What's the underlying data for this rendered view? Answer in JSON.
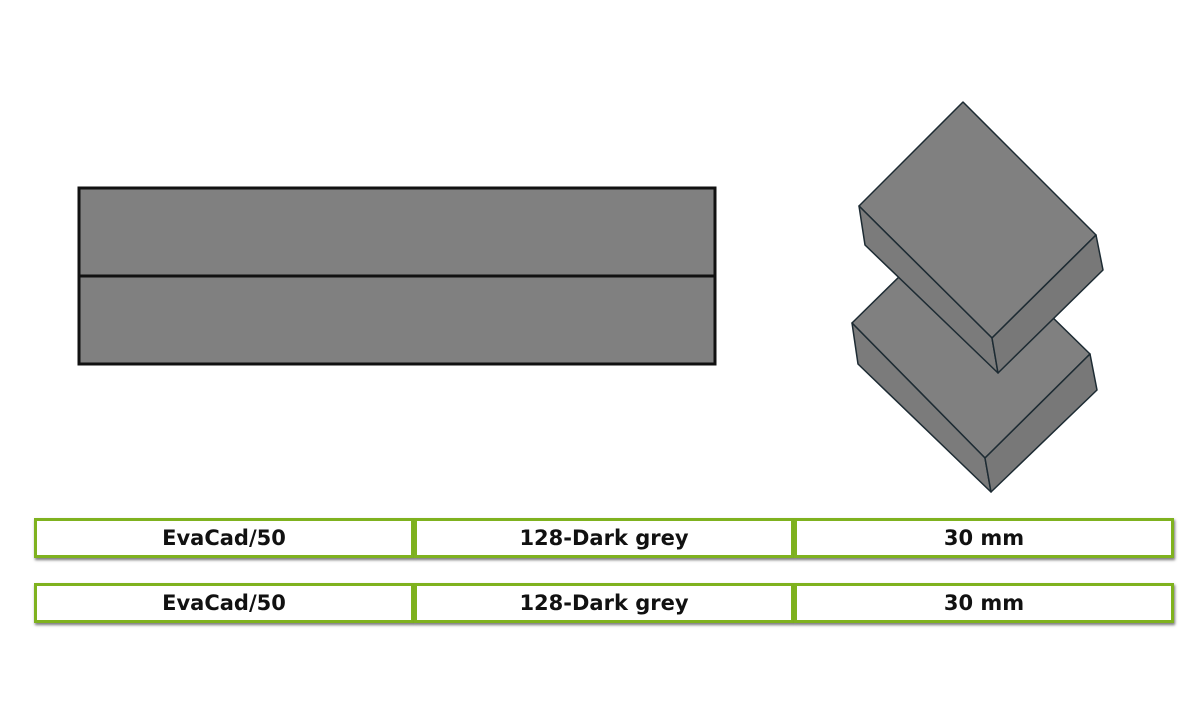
{
  "colors": {
    "panel_fill": "#808080",
    "panel_stroke": "#111111",
    "iso_stroke": "#1d2b33",
    "table_border": "#7fb21f"
  },
  "spec_rows": [
    {
      "product": "EvaCad/50",
      "color": "128-Dark grey",
      "thickness": "30 mm"
    },
    {
      "product": "EvaCad/50",
      "color": "128-Dark grey",
      "thickness": "30 mm"
    }
  ]
}
